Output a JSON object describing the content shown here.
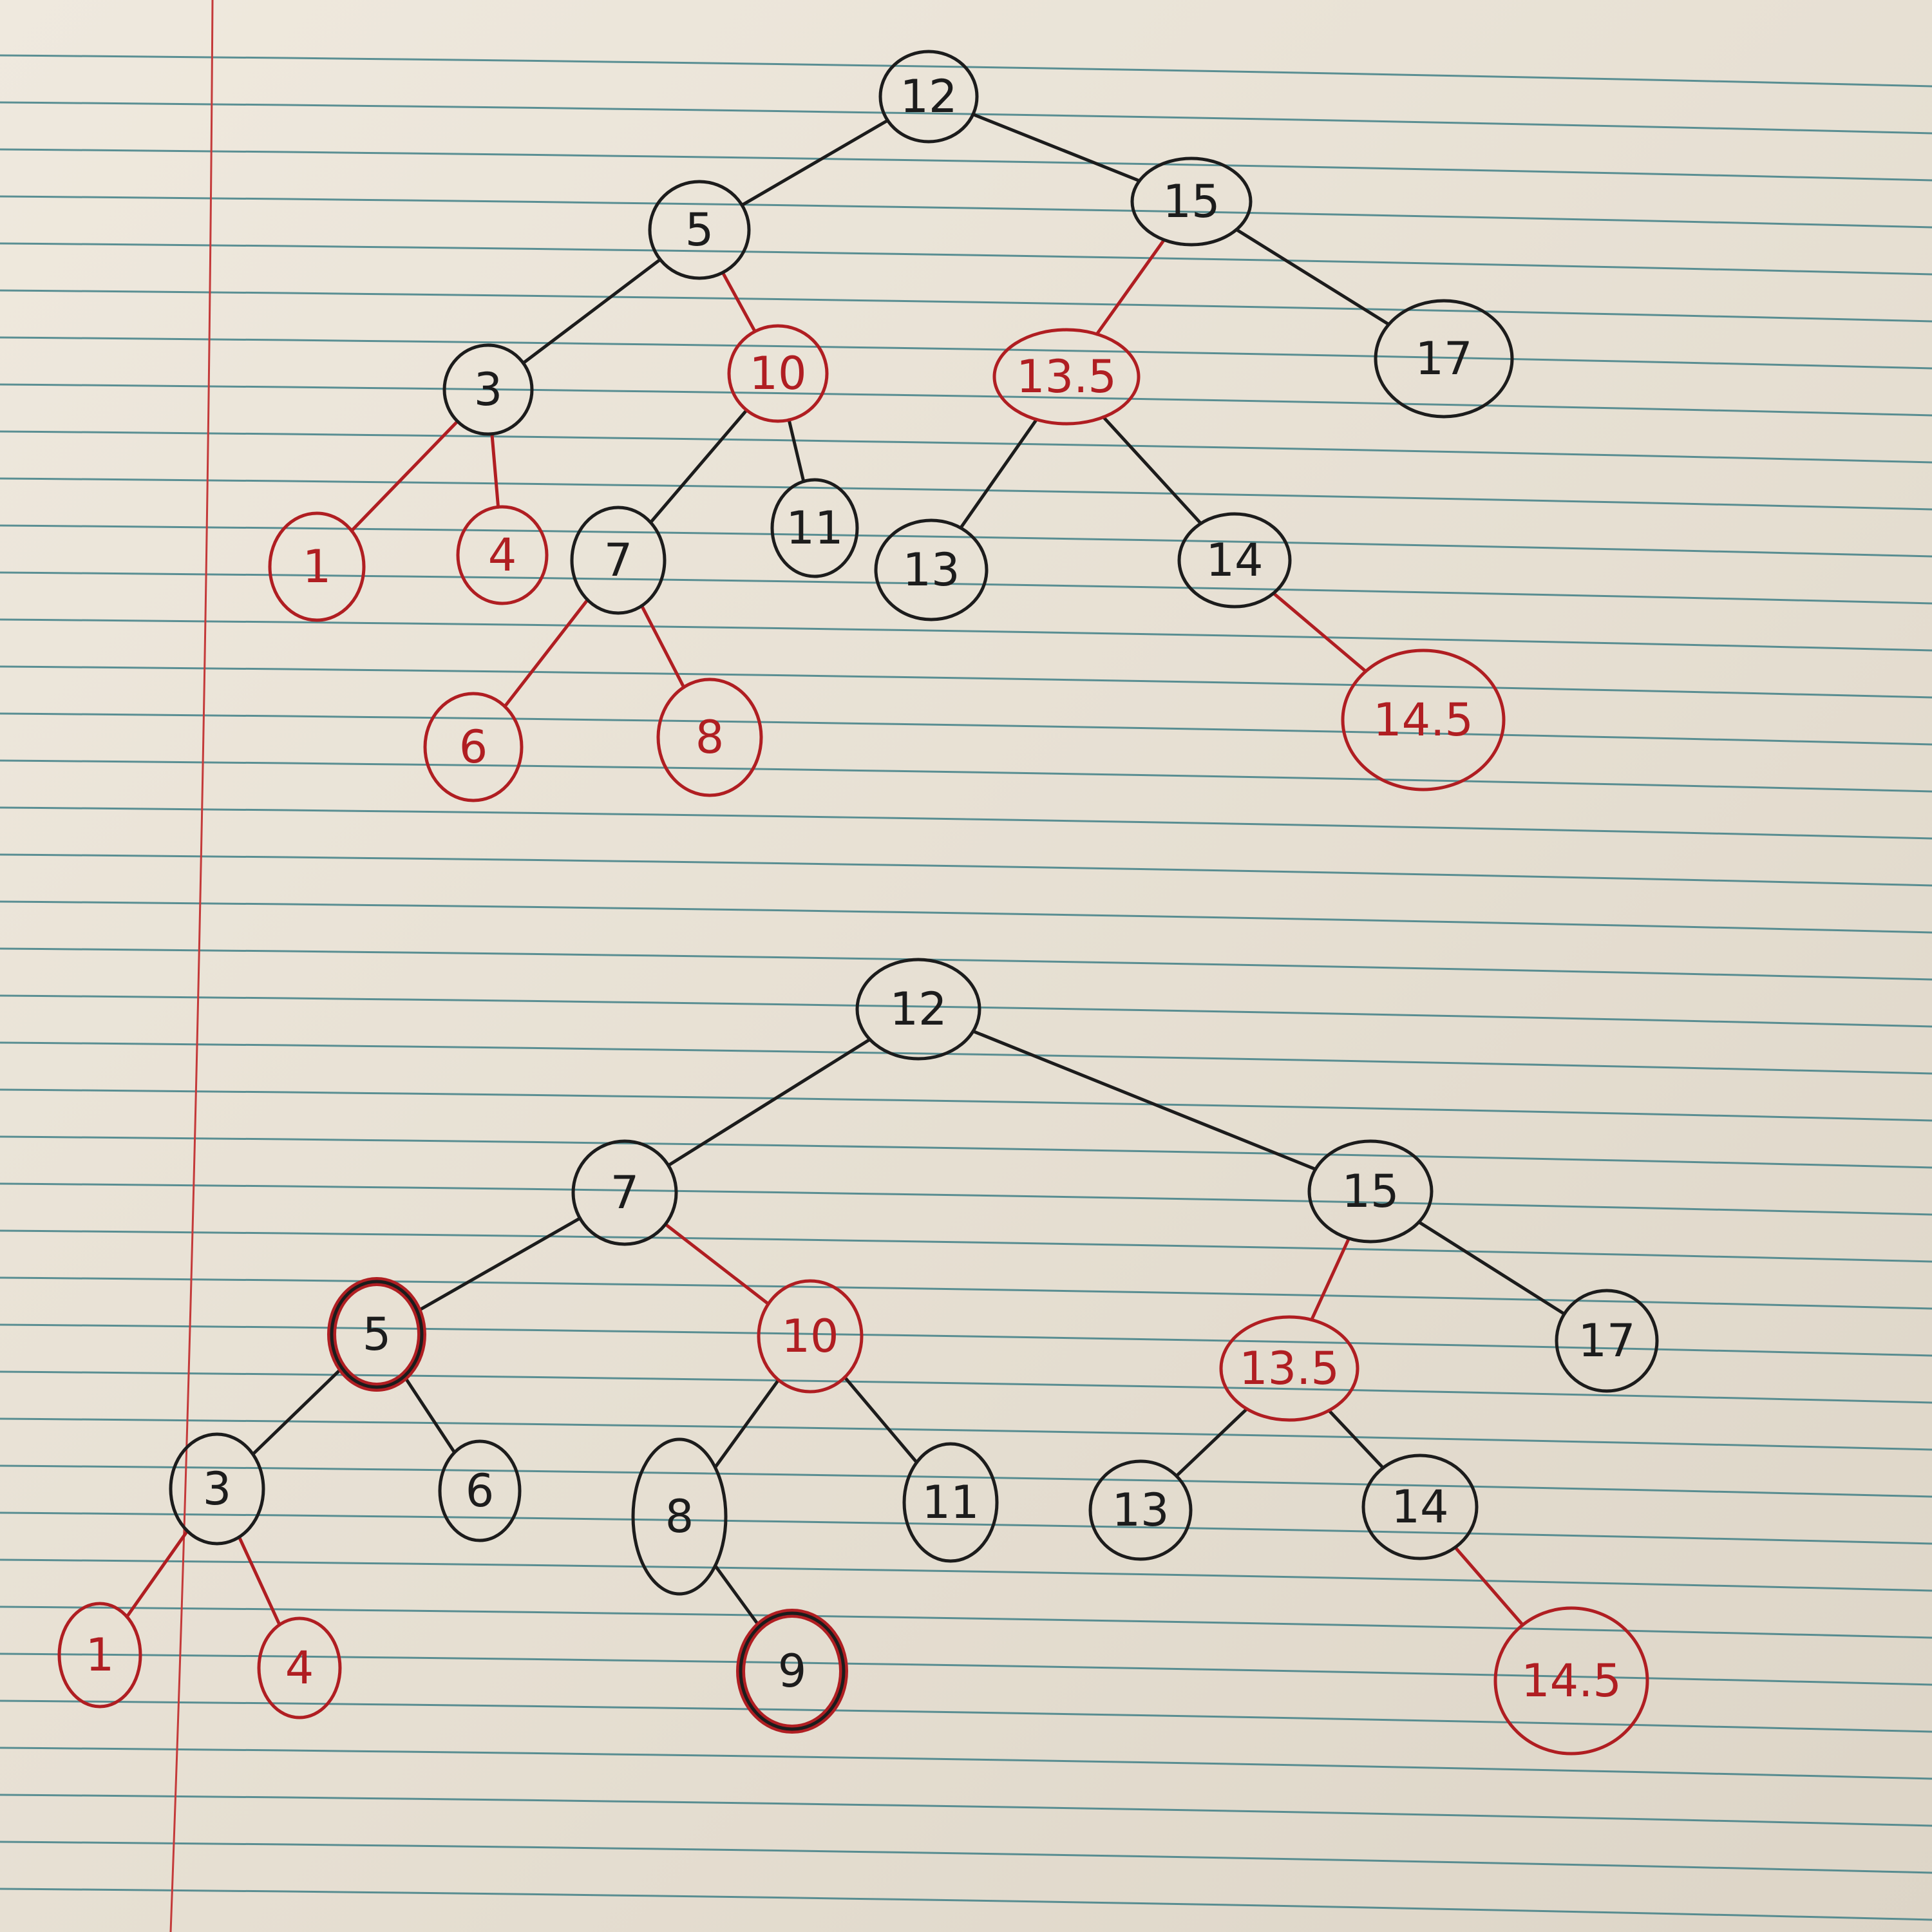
{
  "colors": {
    "black": "#1c1c1c",
    "red": "#b01e22",
    "rule": "#3f7f86",
    "margin": "#c43a3a"
  },
  "trees": [
    {
      "nodes": [
        {
          "id": "a12",
          "label": "12",
          "color": "black"
        },
        {
          "id": "a5",
          "label": "5",
          "color": "black"
        },
        {
          "id": "a15",
          "label": "15",
          "color": "black"
        },
        {
          "id": "a3",
          "label": "3",
          "color": "black"
        },
        {
          "id": "a10",
          "label": "10",
          "color": "red"
        },
        {
          "id": "a135",
          "label": "13.5",
          "color": "red"
        },
        {
          "id": "a17",
          "label": "17",
          "color": "black"
        },
        {
          "id": "a1",
          "label": "1",
          "color": "red"
        },
        {
          "id": "a4",
          "label": "4",
          "color": "red"
        },
        {
          "id": "a7",
          "label": "7",
          "color": "black"
        },
        {
          "id": "a11",
          "label": "11",
          "color": "black"
        },
        {
          "id": "a13",
          "label": "13",
          "color": "black"
        },
        {
          "id": "a14",
          "label": "14",
          "color": "black"
        },
        {
          "id": "a6",
          "label": "6",
          "color": "red"
        },
        {
          "id": "a8",
          "label": "8",
          "color": "red"
        },
        {
          "id": "a145",
          "label": "14.5",
          "color": "red"
        }
      ],
      "edges": [
        {
          "from": "a12",
          "to": "a5",
          "color": "black"
        },
        {
          "from": "a12",
          "to": "a15",
          "color": "black"
        },
        {
          "from": "a5",
          "to": "a3",
          "color": "black"
        },
        {
          "from": "a5",
          "to": "a10",
          "color": "red"
        },
        {
          "from": "a15",
          "to": "a135",
          "color": "red"
        },
        {
          "from": "a15",
          "to": "a17",
          "color": "black"
        },
        {
          "from": "a3",
          "to": "a1",
          "color": "red"
        },
        {
          "from": "a3",
          "to": "a4",
          "color": "red"
        },
        {
          "from": "a10",
          "to": "a7",
          "color": "black"
        },
        {
          "from": "a10",
          "to": "a11",
          "color": "black"
        },
        {
          "from": "a135",
          "to": "a13",
          "color": "black"
        },
        {
          "from": "a135",
          "to": "a14",
          "color": "black"
        },
        {
          "from": "a7",
          "to": "a6",
          "color": "red"
        },
        {
          "from": "a7",
          "to": "a8",
          "color": "red"
        },
        {
          "from": "a14",
          "to": "a145",
          "color": "red"
        }
      ]
    },
    {
      "nodes": [
        {
          "id": "b12",
          "label": "12",
          "color": "black"
        },
        {
          "id": "b7",
          "label": "7",
          "color": "black"
        },
        {
          "id": "b15",
          "label": "15",
          "color": "black"
        },
        {
          "id": "b5",
          "label": "5",
          "color": "black",
          "highlight": true
        },
        {
          "id": "b10",
          "label": "10",
          "color": "red"
        },
        {
          "id": "b135",
          "label": "13.5",
          "color": "red"
        },
        {
          "id": "b17",
          "label": "17",
          "color": "black"
        },
        {
          "id": "b3",
          "label": "3",
          "color": "black"
        },
        {
          "id": "b6",
          "label": "6",
          "color": "black"
        },
        {
          "id": "b8",
          "label": "8",
          "color": "black"
        },
        {
          "id": "b11",
          "label": "11",
          "color": "black"
        },
        {
          "id": "b13",
          "label": "13",
          "color": "black"
        },
        {
          "id": "b14",
          "label": "14",
          "color": "black"
        },
        {
          "id": "b1",
          "label": "1",
          "color": "red"
        },
        {
          "id": "b4",
          "label": "4",
          "color": "red"
        },
        {
          "id": "b9",
          "label": "9",
          "color": "black",
          "highlight": true
        },
        {
          "id": "b145",
          "label": "14.5",
          "color": "red"
        }
      ],
      "edges": [
        {
          "from": "b12",
          "to": "b7",
          "color": "black"
        },
        {
          "from": "b12",
          "to": "b15",
          "color": "black"
        },
        {
          "from": "b7",
          "to": "b5",
          "color": "black"
        },
        {
          "from": "b7",
          "to": "b10",
          "color": "red"
        },
        {
          "from": "b15",
          "to": "b135",
          "color": "red"
        },
        {
          "from": "b15",
          "to": "b17",
          "color": "black"
        },
        {
          "from": "b5",
          "to": "b3",
          "color": "black"
        },
        {
          "from": "b5",
          "to": "b6",
          "color": "black"
        },
        {
          "from": "b10",
          "to": "b8",
          "color": "black"
        },
        {
          "from": "b10",
          "to": "b11",
          "color": "black"
        },
        {
          "from": "b135",
          "to": "b13",
          "color": "black"
        },
        {
          "from": "b135",
          "to": "b14",
          "color": "black"
        },
        {
          "from": "b3",
          "to": "b1",
          "color": "red"
        },
        {
          "from": "b3",
          "to": "b4",
          "color": "red"
        },
        {
          "from": "b8",
          "to": "b9",
          "color": "black"
        },
        {
          "from": "b14",
          "to": "b145",
          "color": "red"
        }
      ]
    }
  ]
}
